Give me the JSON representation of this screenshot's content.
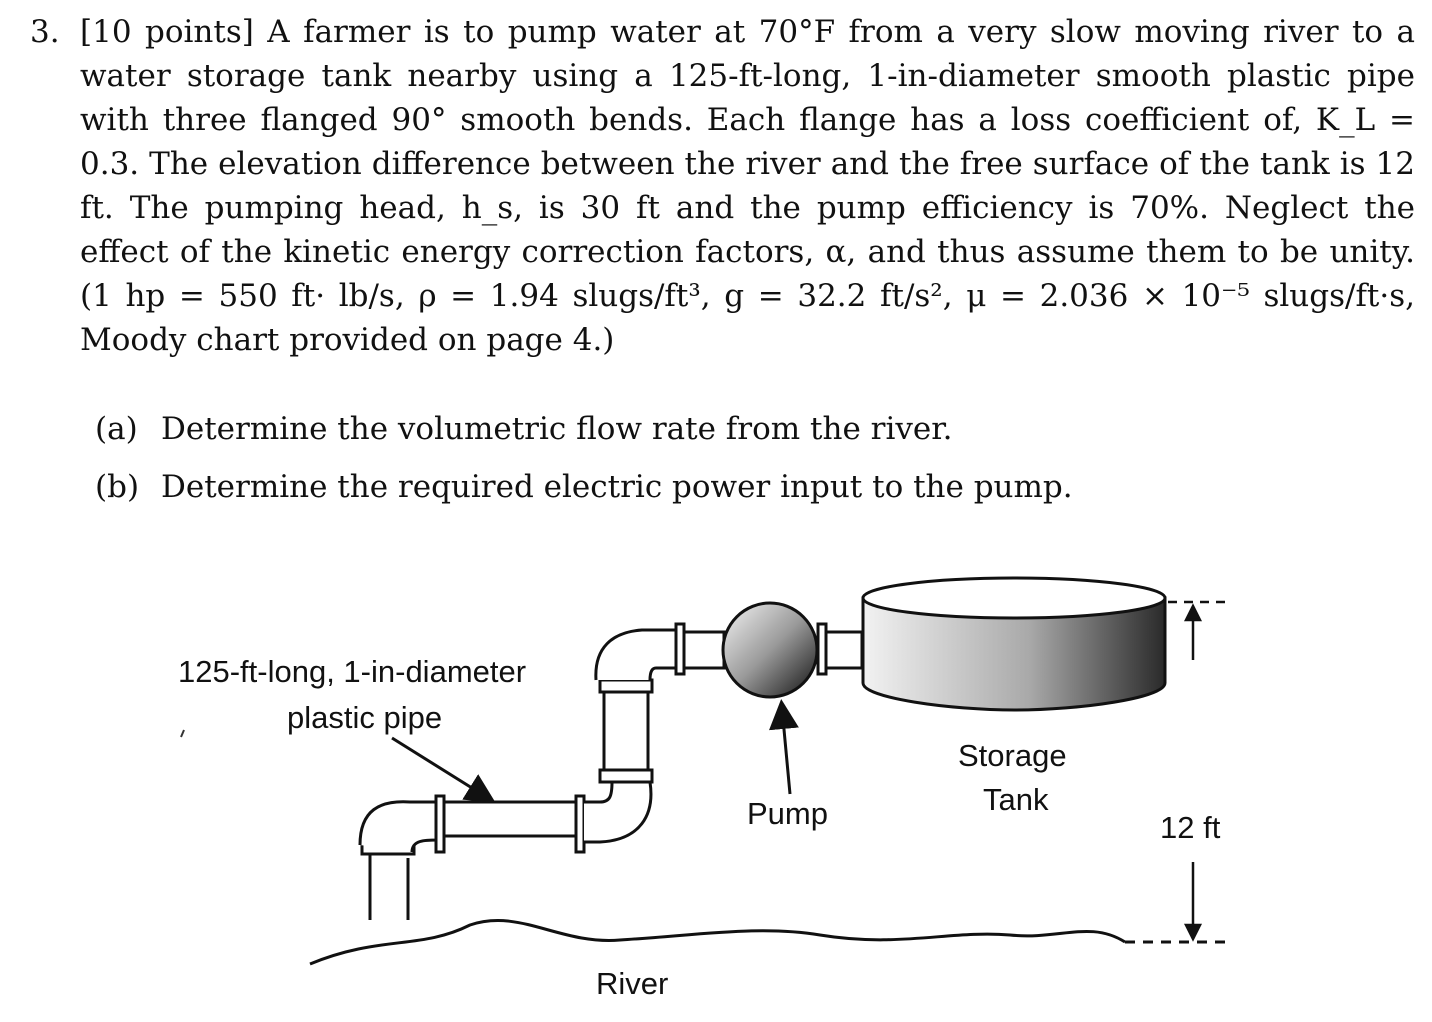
{
  "problem": {
    "number": "3.",
    "text": "[10 points] A farmer is to pump water at 70°F from a very slow moving river to a water storage tank nearby using a 125-ft-long, 1-in-diameter smooth plastic pipe with three flanged 90° smooth bends. Each flange has a loss coefficient of, K_L = 0.3. The elevation difference between the river and the free surface of the tank is 12 ft. The pumping head, h_s, is 30 ft and the pump efficiency is 70%. Neglect the effect of the kinetic energy correction factors, α, and thus assume them to be unity. (1 hp = 550 ft· lb/s, ρ = 1.94 slugs/ft³, g = 32.2 ft/s², μ = 2.036 × 10⁻⁵ slugs/ft·s, Moody chart provided on page 4.)"
  },
  "parts": [
    {
      "label": "(a)",
      "text": "Determine the volumetric flow rate from the river."
    },
    {
      "label": "(b)",
      "text": "Determine the required electric power input to the pump."
    }
  ],
  "figure": {
    "pipe_label_line1": "125-ft-long, 1-in-diameter",
    "pipe_label_line2": "plastic pipe",
    "pump_label": "Pump",
    "tank_label_line1": "Storage",
    "tank_label_line2": "Tank",
    "height_label": "12 ft",
    "river_label": "River"
  }
}
